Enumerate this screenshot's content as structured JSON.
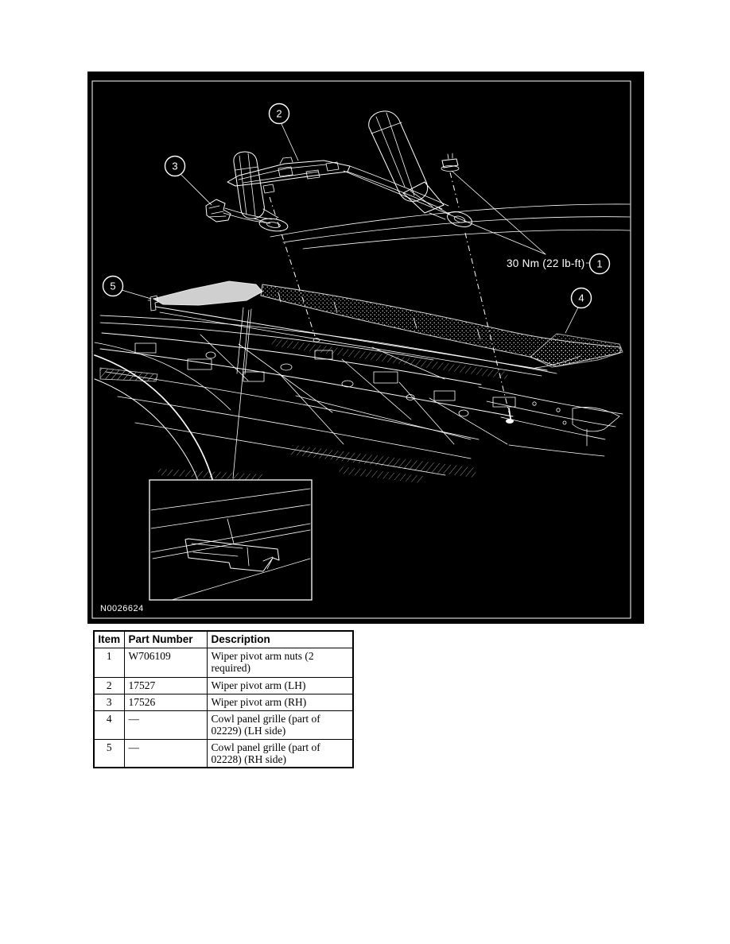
{
  "figure": {
    "figure_id": "N0026624",
    "torque_label": "30 Nm (22 lb-ft)",
    "callout_numbers": [
      "1",
      "2",
      "3",
      "4",
      "5"
    ]
  },
  "parts_table": {
    "headers": [
      "Item",
      "Part Number",
      "Description"
    ],
    "rows": [
      [
        "1",
        "W706109",
        "Wiper pivot arm nuts (2 required)"
      ],
      [
        "2",
        "17527",
        "Wiper pivot arm (LH)"
      ],
      [
        "3",
        "17526",
        "Wiper pivot arm (RH)"
      ],
      [
        "4",
        "—",
        "Cowl panel grille (part of 02229) (LH side)"
      ],
      [
        "5",
        "—",
        "Cowl panel grille (part of 02228) (RH side)"
      ]
    ]
  }
}
